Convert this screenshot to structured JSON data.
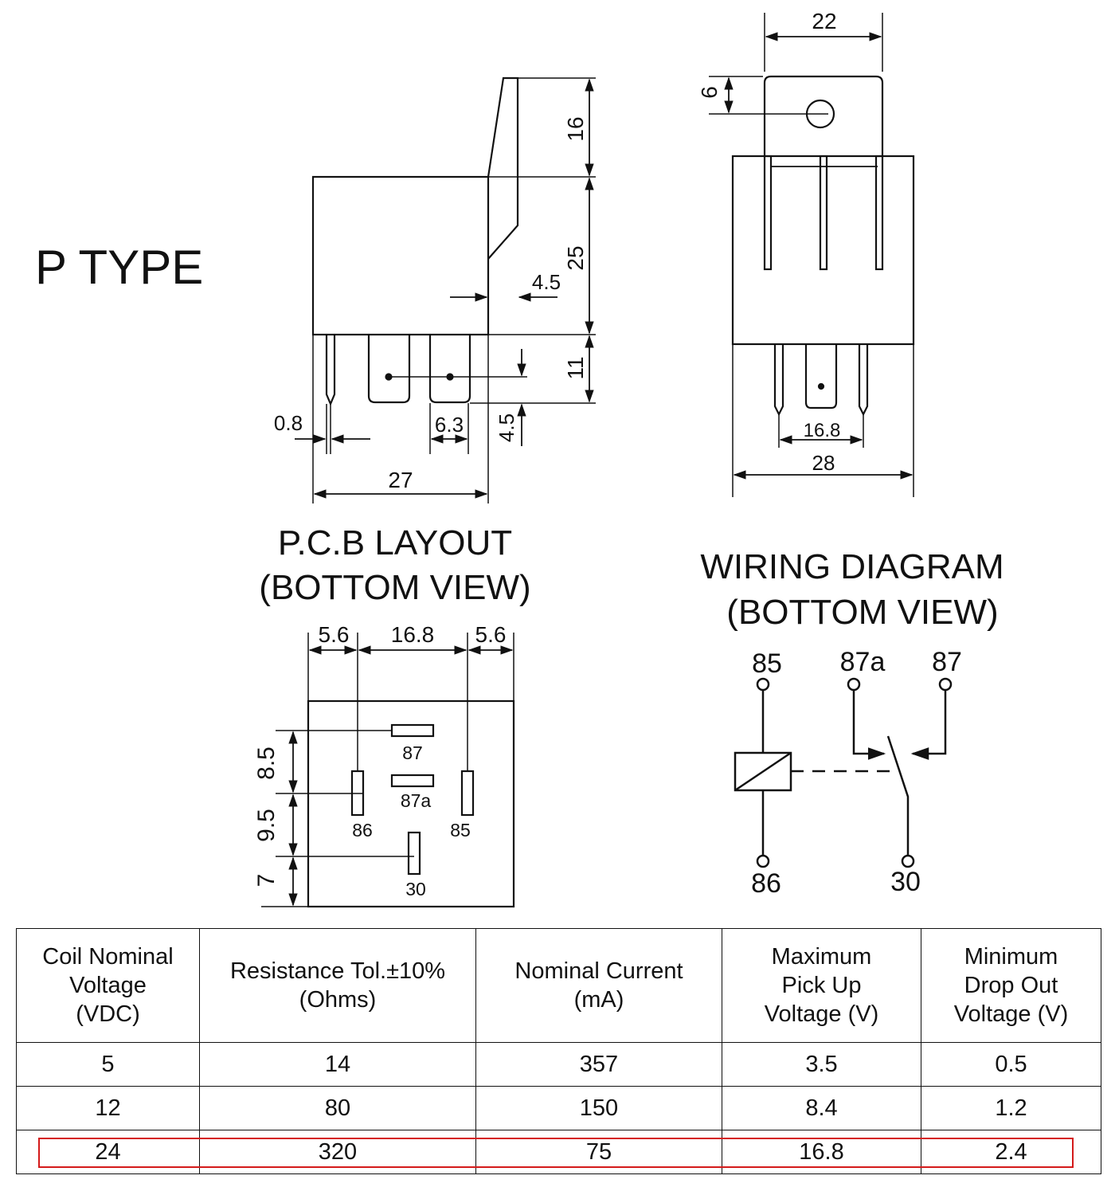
{
  "title": "P TYPE",
  "side_view": {
    "dims": {
      "tab_height": "16",
      "body_height": "25",
      "tab_thickness": "4.5",
      "pin_length": "11",
      "pin_width_thin": "0.8",
      "pin_width_wide": "6.3",
      "pin_hole_offset": "4.5",
      "body_width": "27"
    }
  },
  "front_view": {
    "dims": {
      "tab_width": "22",
      "hole_offset": "6",
      "pin_spacing": "16.8",
      "body_width": "28"
    }
  },
  "pcb_layout": {
    "title_line1": "P.C.B LAYOUT",
    "title_line2": "(BOTTOM VIEW)",
    "dims": {
      "left_margin": "5.6",
      "center_spacing": "16.8",
      "right_margin": "5.6",
      "v1": "8.5",
      "v2": "9.5",
      "v3": "7"
    },
    "pins": {
      "p87": "87",
      "p87a": "87a",
      "p86": "86",
      "p85": "85",
      "p30": "30"
    }
  },
  "wiring_diagram": {
    "title_line1": "WIRING DIAGRAM",
    "title_line2": "(BOTTOM VIEW)",
    "terminals": {
      "t85": "85",
      "t87a": "87a",
      "t87": "87",
      "t86": "86",
      "t30": "30"
    }
  },
  "spec_table": {
    "headers": [
      "Coil Nominal\nVoltage\n(VDC)",
      "Resistance Tol.±10%\n(Ohms)",
      "Nominal Current\n(mA)",
      "Maximum\nPick Up\nVoltage (V)",
      "Minimum\nDrop Out\nVoltage (V)"
    ],
    "rows": [
      [
        "5",
        "14",
        "357",
        "3.5",
        "0.5"
      ],
      [
        "12",
        "80",
        "150",
        "8.4",
        "1.2"
      ],
      [
        "24",
        "320",
        "75",
        "16.8",
        "2.4"
      ]
    ],
    "highlighted_row": 2,
    "highlight_color": "#d41a1a"
  }
}
